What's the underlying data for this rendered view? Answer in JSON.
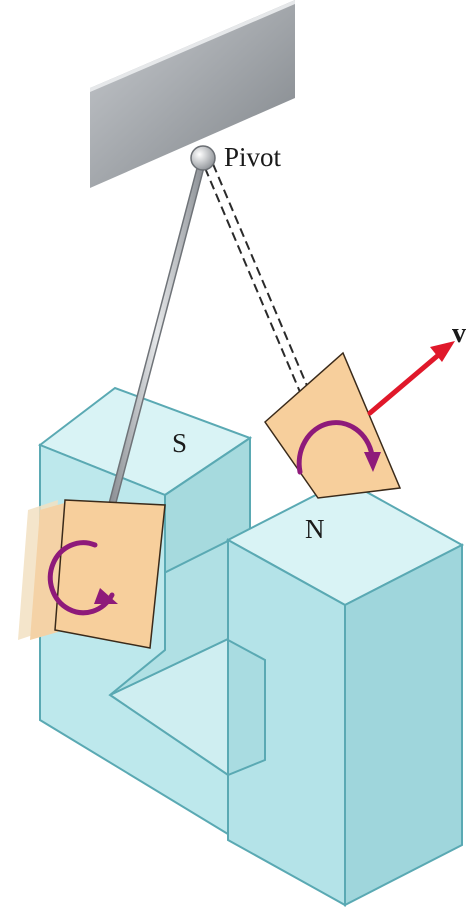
{
  "labels": {
    "pivot": "Pivot",
    "south_pole": "S",
    "north_pole": "N",
    "velocity": "v"
  },
  "colors": {
    "magnet_face_top": "#d9f3f5",
    "magnet_face_front": "#b9e6ea",
    "magnet_face_side": "#9fd6dc",
    "magnet_edge": "#5aa9b3",
    "plate": "#f7cf9c",
    "plate_edge": "#3a2a1a",
    "eddy_arrow": "#8e1a7a",
    "velocity_arrow": "#e0182a",
    "support": "#9a9ea3",
    "rod": "#b5b8bb"
  },
  "icons": {
    "eddy_current_left": "clockwise-circular-arrow",
    "eddy_current_right": "counterclockwise-circular-arrow",
    "velocity": "straight-arrow"
  }
}
